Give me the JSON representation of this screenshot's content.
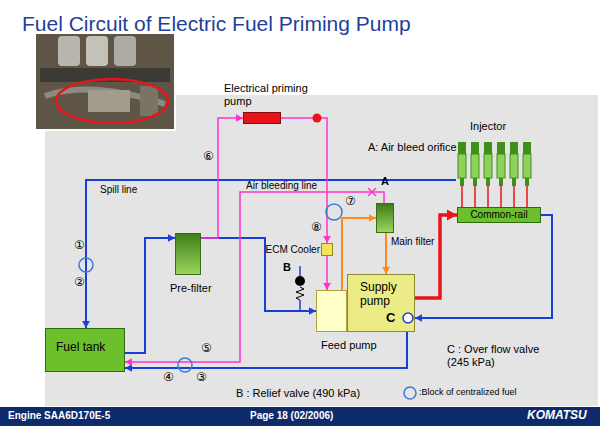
{
  "diagram": {
    "title": "Fuel Circuit of Electric Fuel Priming Pump",
    "nodes": [
      {
        "text": [
          "Electrical priming pump"
        ]
      },
      {
        "text": [
          "Injector"
        ]
      },
      {
        "text": [
          "Main filter"
        ]
      },
      {
        "text": [
          "Common-rail"
        ]
      },
      {
        "text": [
          "Pre-filter"
        ]
      },
      {
        "text": [
          "ECM Cooler"
        ]
      },
      {
        "text": [
          "Supply pump",
          "C"
        ]
      },
      {
        "text": [
          "Feed pump"
        ]
      },
      {
        "text": [
          "Fuel tank"
        ]
      }
    ],
    "edges": [
      {
        "from": 8,
        "to": 4,
        "arrow": "to"
      },
      {
        "from": 4,
        "to": 7,
        "arrow": "to"
      },
      {
        "from": 7,
        "to": 2,
        "arrow": "to"
      },
      {
        "from": 2,
        "to": 6,
        "arrow": "to"
      },
      {
        "from": 6,
        "to": 3,
        "arrow": "to"
      },
      {
        "from": 3,
        "to": 1,
        "arrow": "none"
      },
      {
        "from": 1,
        "to": 8,
        "label": "Spill line",
        "arrow": "to"
      },
      {
        "from": 3,
        "to": 6,
        "arrow": "to"
      },
      {
        "from": 6,
        "to": 8,
        "arrow": "to"
      },
      {
        "from": 4,
        "to": 0,
        "arrow": "to"
      },
      {
        "from": 0,
        "to": 5,
        "arrow": "to"
      },
      {
        "from": 5,
        "to": 7,
        "arrow": "to"
      },
      {
        "from": 2,
        "to": 8,
        "label": "Air bleeding line",
        "arrow": "to"
      }
    ],
    "labels": [
      "A: Air bleed orifice",
      "A",
      "B",
      "B : Relief valve (490 kPa)",
      "C : Over flow valve (245 kPa)",
      "①",
      "②",
      "③",
      "④",
      "⑤",
      "⑥",
      "⑦",
      "⑧",
      "Engine SAA6D170E-5",
      "Page 18 (02/2006)",
      "KOMATSU"
    ],
    "legend": [
      {
        "text": ":Block of centralized fuel"
      }
    ]
  }
}
